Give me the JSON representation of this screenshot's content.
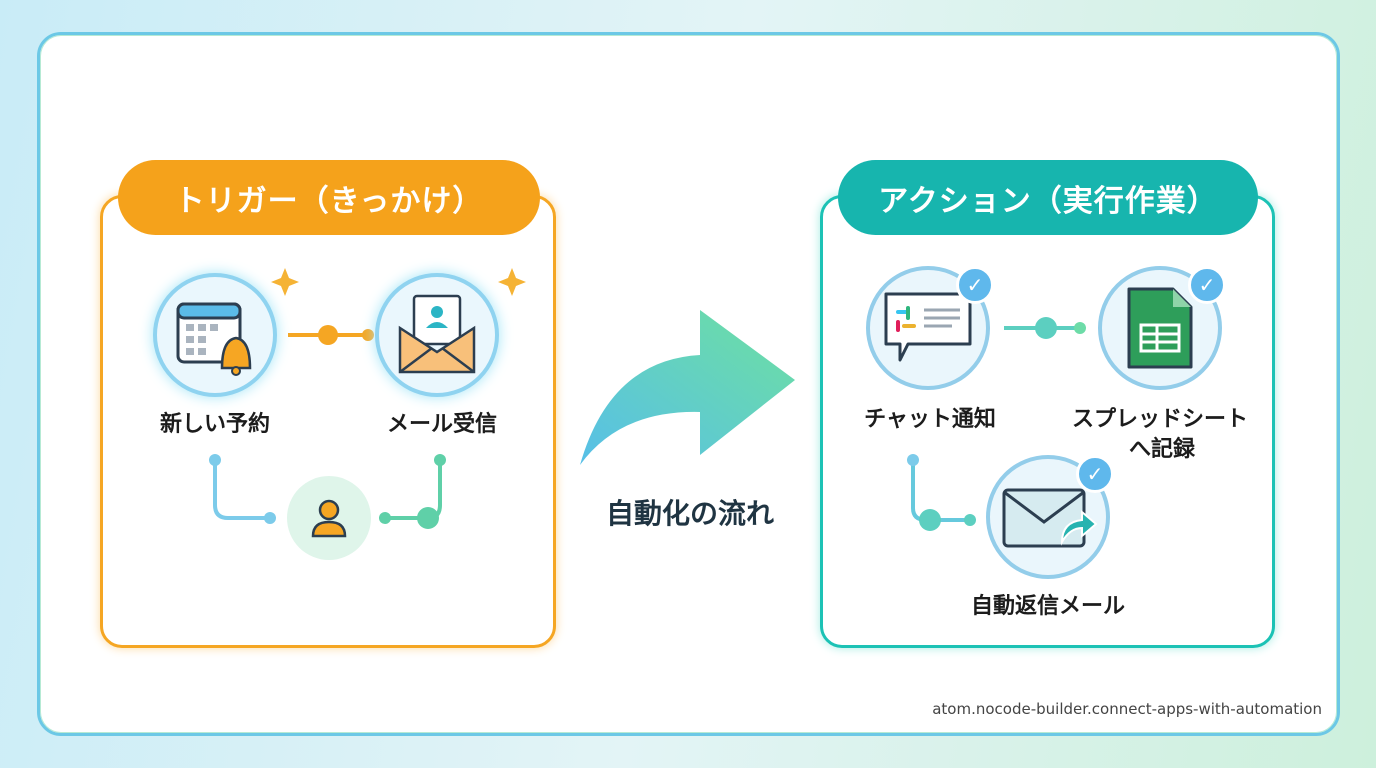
{
  "trigger": {
    "title": "トリガー（きっかけ）",
    "items": [
      {
        "label": "新しい予約",
        "icon": "calendar-bell-icon"
      },
      {
        "label": "メール受信",
        "icon": "envelope-contact-icon"
      }
    ],
    "center_icon": "person-icon",
    "color": "#f5a21b"
  },
  "flow": {
    "label": "自動化の流れ"
  },
  "action": {
    "title": "アクション（実行作業）",
    "items": [
      {
        "label": "チャット通知",
        "icon": "slack-chat-icon"
      },
      {
        "label_line1": "スプレッドシート",
        "label_line2": "へ記録",
        "icon": "spreadsheet-icon"
      },
      {
        "label": "自動返信メール",
        "icon": "mail-forward-icon"
      }
    ],
    "check": "✓",
    "color": "#17b5ae"
  },
  "footer": {
    "text": "atom.nocode-builder.connect-apps-with-automation"
  }
}
